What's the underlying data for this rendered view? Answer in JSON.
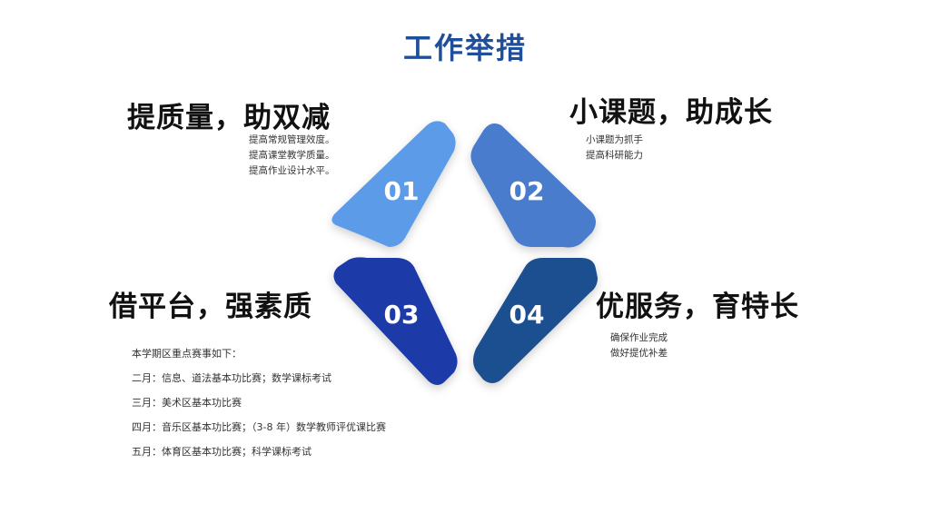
{
  "title": "工作举措",
  "items": [
    {
      "number": "01",
      "heading": "提质量，助双减",
      "lines": [
        "提高常规管理效度。",
        "提高课堂教学质量。",
        "提高作业设计水平。"
      ]
    },
    {
      "number": "02",
      "heading": "小课题，助成长",
      "lines": [
        "小课题为抓手",
        "提高科研能力"
      ]
    },
    {
      "number": "03",
      "heading": "借平台，强素质",
      "lines": [
        "本学期区重点赛事如下：",
        "二月：信息、道法基本功比赛；数学课标考试",
        "三月：美术区基本功比赛",
        "四月：音乐区基本功比赛；（3-8 年）数学教师评优课比赛",
        "五月：体育区基本功比赛；科学课标考试"
      ]
    },
    {
      "number": "04",
      "heading": "优服务，育特长",
      "lines": [
        "确保作业完成",
        "做好提优补差"
      ]
    }
  ],
  "colors": {
    "title": "#1f4e9a",
    "shape01": "#5b9be8",
    "shape02": "#4a7ccc",
    "shape03": "#1a3aa8",
    "shape04": "#1c4f8f"
  }
}
